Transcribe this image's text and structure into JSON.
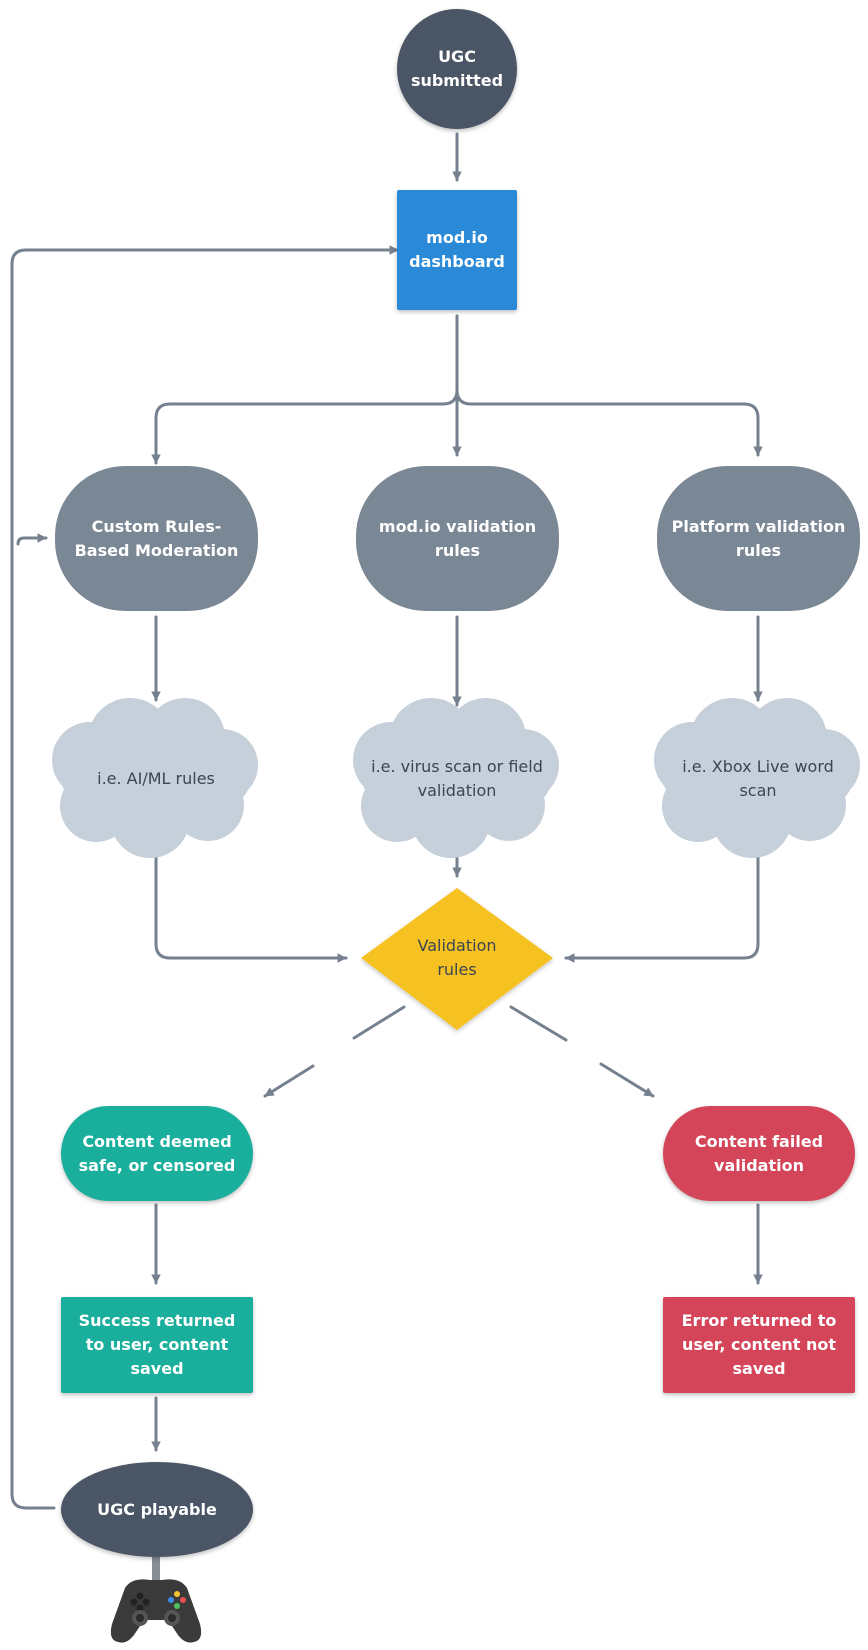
{
  "nodes": {
    "ugc_submitted": "UGC submitted",
    "dashboard": "mod.io dashboard",
    "custom_rules": "Custom Rules-Based Moderation",
    "modio_rules": "mod.io validation rules",
    "platform_rules": "Platform validation rules",
    "ai_ml": "i.e. AI/ML rules",
    "virus_scan": "i.e. virus scan or field validation",
    "xbox_scan": "i.e. Xbox Live word scan",
    "validation": "Validation rules",
    "safe": "Content deemed safe, or censored",
    "failed": "Content failed validation",
    "success": "Success returned to user, content saved",
    "error": "Error returned to user, content not saved",
    "playable": "UGC playable"
  },
  "colors": {
    "dark": "#4a5665",
    "blue": "#2a8ad8",
    "gray": "#7a8795",
    "cloud": "#c5d0da",
    "yellow": "#f6c223",
    "teal": "#1aaf9c",
    "red": "#d4455a",
    "connector": "#75818e"
  },
  "icons": {
    "controller": "gamepad-icon"
  }
}
